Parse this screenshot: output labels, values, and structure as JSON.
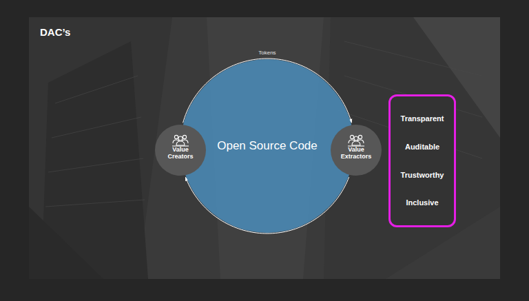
{
  "diagram": {
    "title": "DAC’s",
    "nodes": [
      {
        "text": [
          "Value Creators"
        ]
      },
      {
        "text": [
          "Open Source Code"
        ]
      },
      {
        "text": [
          "Value Extractors"
        ]
      },
      {
        "text": [
          "Transparent",
          "Auditable",
          "Trustworthy",
          "Inclusive"
        ]
      }
    ],
    "edges": [
      {
        "from": 0,
        "to": 2,
        "label": "Tokens",
        "arrow": "to"
      },
      {
        "from": 2,
        "to": 0,
        "arrow": "to"
      }
    ]
  }
}
